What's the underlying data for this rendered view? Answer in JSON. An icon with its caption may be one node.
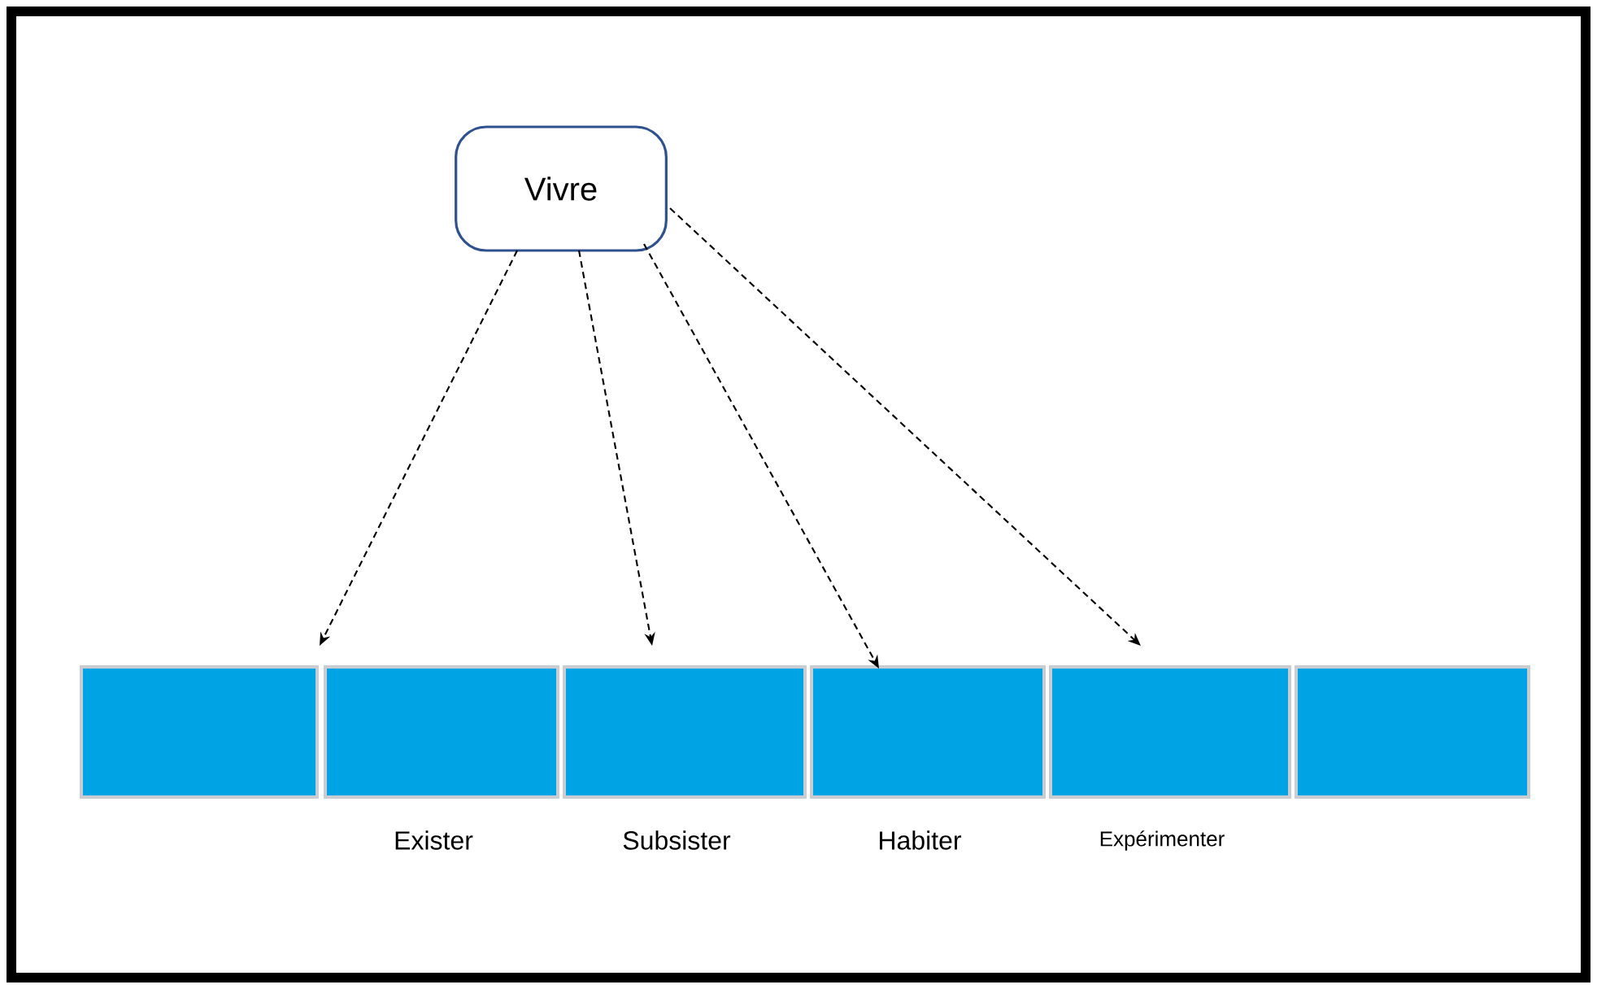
{
  "diagram": {
    "nodes": [
      {
        "text": [
          "Vivre"
        ]
      },
      {
        "text": [],
        "shape": "box"
      },
      {
        "text": [],
        "shape": "box",
        "beside": [
          "Exister"
        ]
      },
      {
        "text": [],
        "shape": "box",
        "beside": [
          "Subsister"
        ]
      },
      {
        "text": [],
        "shape": "box",
        "beside": [
          "Habiter"
        ]
      },
      {
        "text": [],
        "shape": "box",
        "beside": [
          "Expérimenter"
        ]
      },
      {
        "text": [],
        "shape": "box"
      }
    ],
    "edges": [
      {
        "from": 0,
        "to": 2,
        "arrow": "to",
        "style": "dashed"
      },
      {
        "from": 0,
        "to": 3,
        "arrow": "to",
        "style": "dashed"
      },
      {
        "from": 0,
        "to": 4,
        "arrow": "to",
        "style": "dashed"
      },
      {
        "from": 0,
        "to": 5,
        "arrow": "to",
        "style": "dashed"
      }
    ]
  }
}
